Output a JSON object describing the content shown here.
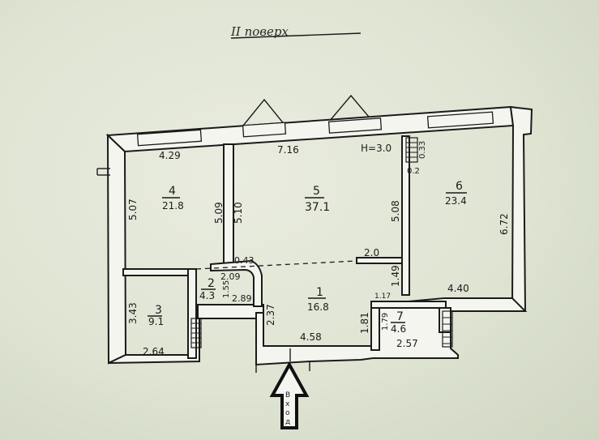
{
  "title": "II поверх",
  "entrance_letters": [
    "В",
    "х",
    "о",
    "д"
  ],
  "rooms": [
    {
      "id": "1",
      "area": "16.8"
    },
    {
      "id": "2",
      "area": "4.3"
    },
    {
      "id": "3",
      "area": "9.1"
    },
    {
      "id": "4",
      "area": "21.8"
    },
    {
      "id": "5",
      "area": "37.1"
    },
    {
      "id": "6",
      "area": "23.4"
    },
    {
      "id": "7",
      "area": "4.6"
    }
  ],
  "dimensions": {
    "r4_width": "4.29",
    "r4_left": "5.07",
    "r4_right": "5.09",
    "r5_width": "7.16",
    "ceiling_height": "H=3.0",
    "r5_left": "5.10",
    "r5_right": "5.08",
    "r5_bottom": "2.0",
    "wall_033": "0.33",
    "wall_02": "0.2",
    "r6_right": "6.72",
    "r6_bottom": "4.40",
    "partition_043": "0.43",
    "r2_top": "2.09",
    "r2_left": "1.55",
    "r2_bottom": "2.89",
    "r3_left": "3.43",
    "r3_bottom": "2.64",
    "r1_left": "2.37",
    "r1_bottom": "4.58",
    "r1_right": "1.81",
    "corridor": "1.49",
    "r7_117": "1.17",
    "r7_left": "1.79",
    "r7_bottom": "2.57"
  }
}
